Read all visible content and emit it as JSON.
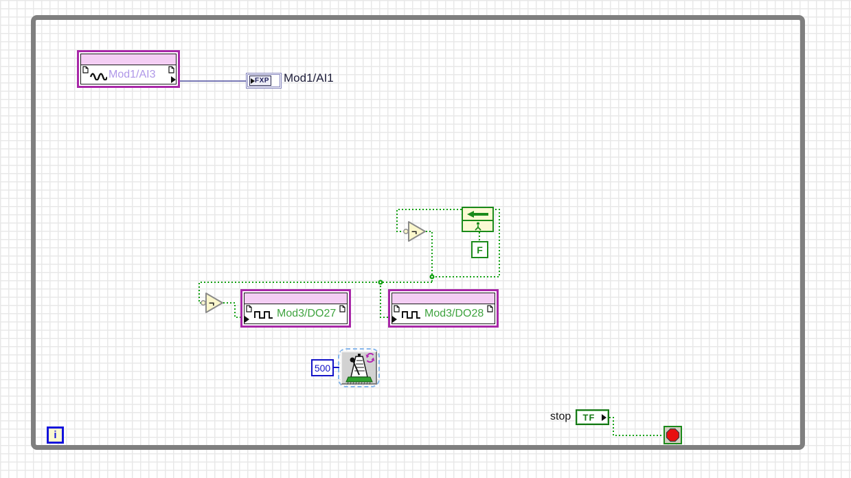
{
  "diagram": {
    "type": "LabVIEW while-loop block diagram"
  },
  "loop": {
    "iteration_label": "i"
  },
  "ai_channel": {
    "label": "Mod1/AI3"
  },
  "fxp_indicator": {
    "chip": "FXP",
    "label": "Mod1/AI1"
  },
  "not_top": {
    "glyph": "¬"
  },
  "not_left": {
    "glyph": "¬"
  },
  "feedback": {
    "init_value": "F"
  },
  "do27": {
    "label": "Mod3/DO27"
  },
  "do28": {
    "label": "Mod3/DO28"
  },
  "wait": {
    "value": "500"
  },
  "stop": {
    "label": "stop",
    "terminal": "TF"
  },
  "colors": {
    "loop_border": "#7F7F7F",
    "daq_border": "#A827A8",
    "daq_bar": "#F4CEF4",
    "ai_text": "#AF97E8",
    "do_text": "#3FA33F",
    "bool_wire": "#10A010",
    "bool_green": "#1A8A1A",
    "numeric_blue": "#1212C8",
    "fxp_wire": "#7878B4",
    "stop_red": "#E81010",
    "node_cream": "#FBF9D4",
    "grid": "#E8E8E8"
  }
}
